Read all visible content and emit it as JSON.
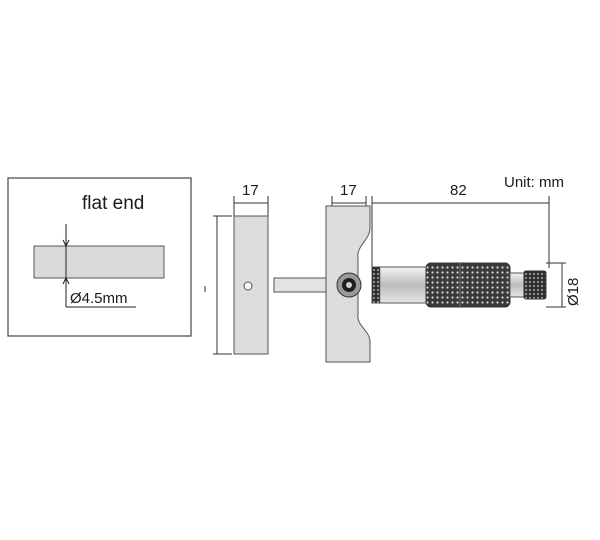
{
  "detail": {
    "label": "flat end",
    "diameter": "Ø4.5mm"
  },
  "dimensions": {
    "base_thickness": "17",
    "head_thickness": "17",
    "barrel_length": "82",
    "thimble_diameter": "Ø18"
  },
  "unit_label": "Unit: mm"
}
